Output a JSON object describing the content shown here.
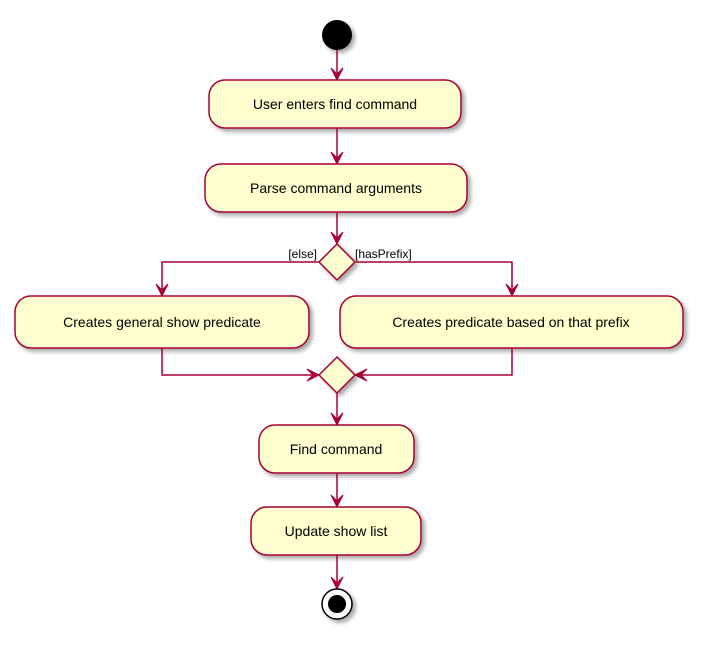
{
  "diagram": {
    "colors": {
      "node_fill": "#FEFECE",
      "border": "#A80036",
      "text": "#000000",
      "start_node": "#000000"
    },
    "actions": {
      "user_enters_find": "User enters find command",
      "parse_arguments": "Parse command arguments",
      "general_predicate": "Creates general show predicate",
      "prefix_predicate": "Creates predicate based on that prefix",
      "find_command": "Find command",
      "update_list": "Update show list"
    },
    "guards": {
      "else": "[else]",
      "has_prefix": "[hasPrefix]"
    }
  }
}
